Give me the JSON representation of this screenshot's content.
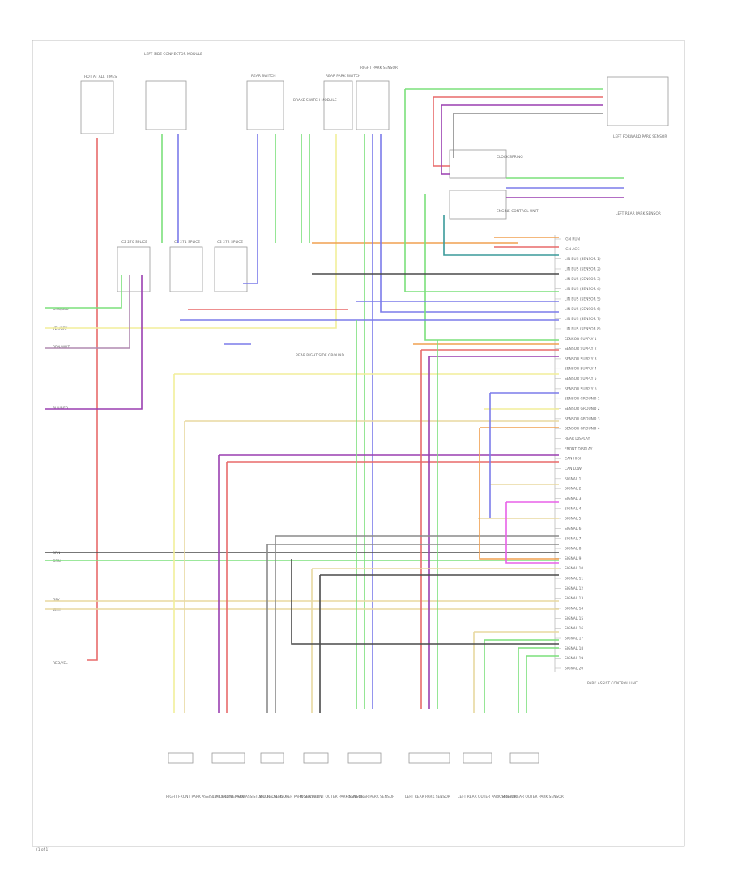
{
  "diagram": {
    "module_label": "PARK ASSIST CONTROL UNIT",
    "page_id": "(1 of 1)",
    "top_components": [
      {
        "id": "fuse",
        "label": "HOT AT ALL TIMES"
      },
      {
        "id": "lscm",
        "label": "LEFT SIDE CONNECTOR MODULE"
      },
      {
        "id": "rsw",
        "label": "REAR SWITCH"
      },
      {
        "id": "bsm",
        "label": "BRAKE SWITCH MODULE"
      },
      {
        "id": "rpsw",
        "label": "REAR PARK SWITCH"
      },
      {
        "id": "rps",
        "label": "RIGHT PARK SENSOR"
      }
    ],
    "mid_connectors": [
      "C2 270 SPLICE",
      "C2 271 SPLICE",
      "C2 272 SPLICE"
    ],
    "right_components": [
      {
        "id": "lfps",
        "label": "LEFT FORWARD PARK SENSOR"
      },
      {
        "id": "cas",
        "label": "CLOCK SPRING"
      },
      {
        "id": "lrps",
        "label": "LEFT REAR PARK SENSOR"
      },
      {
        "id": "ecu",
        "label": "ENGINE CONTROL UNIT"
      }
    ],
    "ground_label": "REAR RIGHT SIDE GROUND",
    "left_inputs": [
      {
        "id": "in1",
        "label": "GRN/BLU"
      },
      {
        "id": "in2",
        "label": "YEL/GRY"
      },
      {
        "id": "in3",
        "label": "BRN/WHT"
      },
      {
        "id": "in4",
        "label": "BLU/RED"
      },
      {
        "id": "in5",
        "label": "BRN"
      },
      {
        "id": "in6",
        "label": "GRN"
      },
      {
        "id": "in7",
        "label": "GRY"
      },
      {
        "id": "in8",
        "label": "WHT"
      },
      {
        "id": "in9",
        "label": "RED/YEL"
      }
    ],
    "bottom_components": [
      {
        "id": "b1",
        "label": "RIGHT FRONT PARK ASSIST MIDDLE SENSOR"
      },
      {
        "id": "b2",
        "label": "LEFT FRONT PARK ASSIST MIDDLE SENSOR"
      },
      {
        "id": "b3",
        "label": "LEFT FRONT OUTER PARK SENSOR"
      },
      {
        "id": "b4",
        "label": "RIGHT FRONT OUTER PARK SENSOR"
      },
      {
        "id": "b5",
        "label": "RIGHT REAR PARK SENSOR"
      },
      {
        "id": "b6",
        "label": "LEFT REAR PARK SENSOR"
      },
      {
        "id": "b7",
        "label": "LEFT REAR OUTER PARK SENSOR"
      },
      {
        "id": "b8",
        "label": "RIGHT REAR OUTER PARK SENSOR"
      }
    ],
    "module_pins": [
      "IGN RUN",
      "IGN ACC",
      "LIN BUS (SENSOR 1)",
      "LIN BUS (SENSOR 2)",
      "LIN BUS (SENSOR 3)",
      "LIN BUS (SENSOR 4)",
      "LIN BUS (SENSOR 5)",
      "LIN BUS (SENSOR 6)",
      "LIN BUS (SENSOR 7)",
      "LIN BUS (SENSOR 8)",
      "SENSOR SUPPLY 1",
      "SENSOR SUPPLY 2",
      "SENSOR SUPPLY 3",
      "SENSOR SUPPLY 4",
      "SENSOR SUPPLY 5",
      "SENSOR SUPPLY 6",
      "SENSOR GROUND 1",
      "SENSOR GROUND 2",
      "SENSOR GROUND 3",
      "SENSOR GROUND 4",
      "REAR DISPLAY",
      "FRONT DISPLAY",
      "CAN HIGH",
      "CAN LOW",
      "SIGNAL 1",
      "SIGNAL 2",
      "SIGNAL 3",
      "SIGNAL 4",
      "SIGNAL 5",
      "SIGNAL 6",
      "SIGNAL 7",
      "SIGNAL 8",
      "SIGNAL 9",
      "SIGNAL 10",
      "SIGNAL 11",
      "SIGNAL 12",
      "SIGNAL 13",
      "SIGNAL 14",
      "SIGNAL 15",
      "SIGNAL 16",
      "SIGNAL 17",
      "SIGNAL 18",
      "SIGNAL 19",
      "SIGNAL 20"
    ]
  },
  "colors": {
    "red": "#e86a6a",
    "green": "#7be07b",
    "blue": "#7b7bea",
    "purple": "#9a3fb0",
    "yellow": "#f2ee9a",
    "orange": "#f0a050",
    "gray": "#8a8a8a",
    "dark": "#4a4a4a",
    "magenta": "#e860e8",
    "teal": "#3a9a9a",
    "tan": "#e8d8a0"
  }
}
